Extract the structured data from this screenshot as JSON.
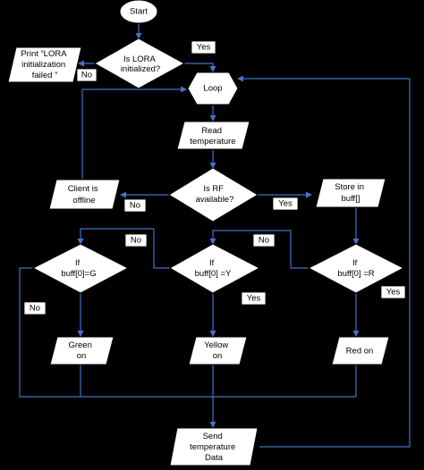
{
  "nodes": {
    "start": "Start",
    "lora_check": [
      "Is LORA",
      "initialized?"
    ],
    "print_fail": [
      "Print “LORA",
      "initialization",
      "failed ”"
    ],
    "loop": "Loop",
    "read_temp": [
      "Read",
      "temperature"
    ],
    "rf_check": [
      "Is RF",
      "available?"
    ],
    "client_offline": [
      "Client is",
      "offline"
    ],
    "store_buff": [
      "Store in",
      "buff[]"
    ],
    "check_g": [
      "If",
      "buff[0]=G"
    ],
    "check_y": [
      "If",
      "buff[0] =Y"
    ],
    "check_r": [
      "If",
      "buff[0] =R"
    ],
    "green_on": [
      "Green",
      "on"
    ],
    "yellow_on": [
      "Yellow",
      "on"
    ],
    "red_on": "Red on",
    "send_temp": [
      "Send",
      "temperature",
      "Data"
    ]
  },
  "edge_labels": {
    "lora_yes": "Yes",
    "lora_no": "No",
    "rf_no": "No",
    "rf_yes": "Yes",
    "g_no_top": "No",
    "g_no_left": "No",
    "y_no": "No",
    "y_yes": "Yes",
    "r_yes": "Yes"
  },
  "colors": {
    "background": "#000000",
    "shape_fill": "#ffffff",
    "connector": "#4472c4"
  }
}
